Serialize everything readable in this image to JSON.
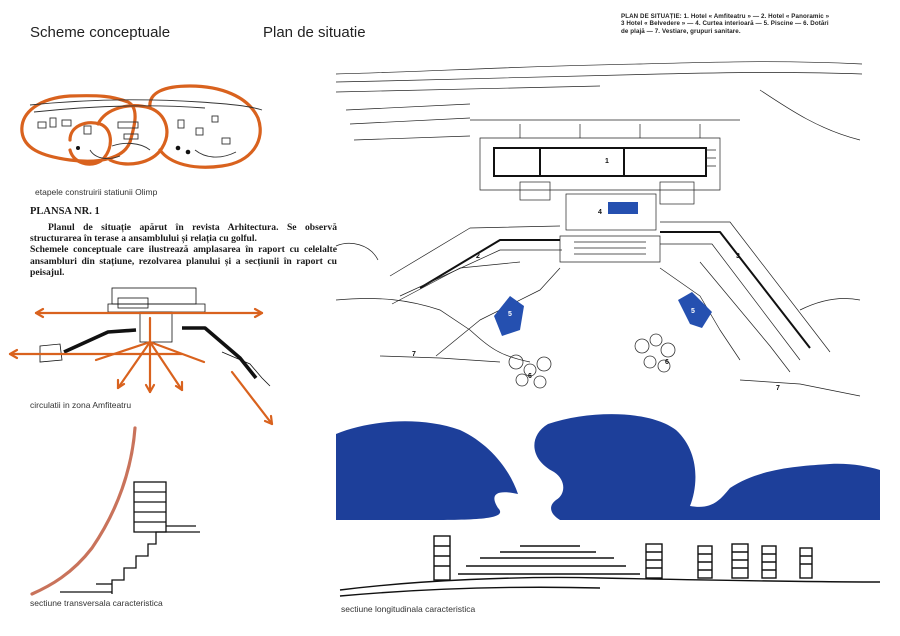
{
  "headings": {
    "left": "Scheme conceptuale",
    "right": "Plan de situatie"
  },
  "legend": {
    "lines": [
      "PLAN DE SITUAȚIE: 1. Hotel « Amfiteatru » — 2. Hotel « Panoramic »",
      "3 Hotel « Belvedere » — 4. Curtea interioară — 5. Piscine — 6. Dotări",
      "de plajă — 7. Vestiare, grupuri sanitare."
    ]
  },
  "captions": {
    "stages": "etapele construirii statiunii Olimp",
    "circulation": "circulatii in zona Amfiteatru",
    "transversal": "sectiune transversala caracteristica",
    "longitudinal": "sectiune longitudinala caracteristica"
  },
  "plansa": {
    "title": "PLANSA NR. 1",
    "para1": "Planul de situație apărut în revista Arhitectura. Se observă structurarea în terase a ansamblului și relația cu golful.",
    "para2": "Schemele conceptuale care ilustrează amplasarea în raport cu celelalte ansambluri din stațiune, rezolvarea planului și a secțiunii în raport cu peisajul."
  },
  "plan_labels": {
    "n1": "1",
    "n2": "2",
    "n3": "3",
    "n4": "4",
    "n5a": "5",
    "n5b": "5",
    "n6a": "6",
    "n6b": "6",
    "n7a": "7",
    "n7b": "7"
  },
  "colors": {
    "sketch_orange": "#d9621e",
    "section_salmon": "#c9735b",
    "sea_blue": "#1d3f9a",
    "pool_blue": "#2550b0",
    "ink": "#111111"
  }
}
